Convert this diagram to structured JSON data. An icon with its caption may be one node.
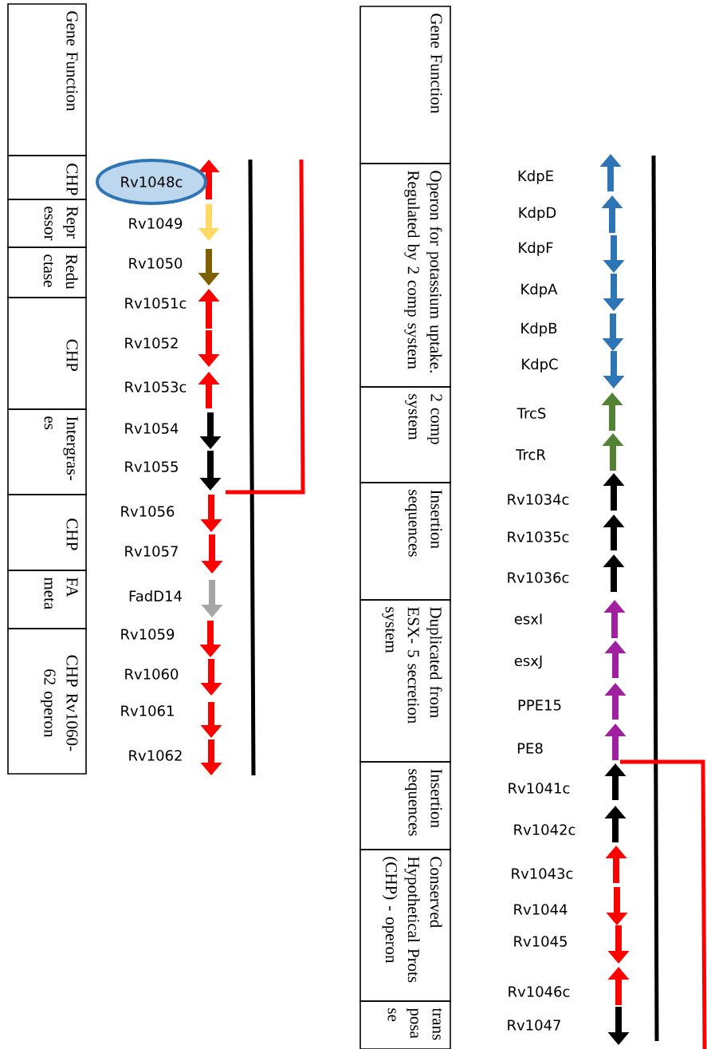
{
  "diagram": {
    "nodes": [
      {
        "text": [
          "Gene Function"
        ]
      },
      {
        "text": [
          "CHP"
        ]
      },
      {
        "text": [
          "Repr essor"
        ]
      },
      {
        "text": [
          "Redu ctase"
        ]
      },
      {
        "text": [
          "CHP"
        ]
      },
      {
        "text": [
          "Intergras- es"
        ]
      },
      {
        "text": [
          "CHP"
        ]
      },
      {
        "text": [
          "FA meta"
        ]
      },
      {
        "text": [
          "CHP Rv1060-62 operon"
        ]
      },
      {
        "text": [
          "Rv1048c"
        ]
      },
      {
        "text": [
          "Gene Function"
        ]
      },
      {
        "text": [
          "Operon for potassium uptake. Regulated by 2 comp system"
        ]
      },
      {
        "text": [
          "2 comp system"
        ]
      },
      {
        "text": [
          "Insertion sequences"
        ]
      },
      {
        "text": [
          "Duplicated from ESX- 5 secretion system"
        ]
      },
      {
        "text": [
          "Insertion sequences"
        ]
      },
      {
        "text": [
          "Conserved Hypothetical Prots (CHP) - operon"
        ]
      },
      {
        "text": [
          "trans posa se"
        ]
      }
    ],
    "labels": [
      "Rv1049",
      "Rv1050",
      "Rv1051c",
      "Rv1052",
      "Rv1053c",
      "Rv1054",
      "Rv1055",
      "Rv1056",
      "Rv1057",
      "FadD14",
      "Rv1059",
      "Rv1060",
      "Rv1061",
      "Rv1062",
      "KdpE",
      "KdpD",
      "KdpF",
      "KdpA",
      "KdpB",
      "KdpC",
      "TrcS",
      "TrcR",
      "Rv1034c",
      "Rv1035c",
      "Rv1036c",
      "esxI",
      "esxJ",
      "PPE15",
      "PE8",
      "Rv1041c",
      "Rv1042c",
      "Rv1043c",
      "Rv1044",
      "Rv1045",
      "Rv1046c",
      "Rv1047"
    ]
  }
}
